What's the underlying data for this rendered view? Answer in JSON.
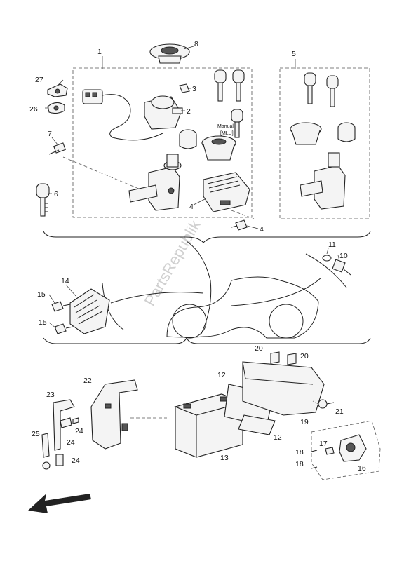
{
  "watermark": "PartsRepublik",
  "callouts": {
    "c1": "1",
    "c2": "2",
    "c3": "3",
    "c4a": "4",
    "c4b": "4",
    "c5": "5",
    "c6": "6",
    "c7": "7",
    "c8": "8",
    "c10": "10",
    "c11": "11",
    "c12a": "12",
    "c12b": "12",
    "c13": "13",
    "c14": "14",
    "c15a": "15",
    "c15b": "15",
    "c16": "16",
    "c17": "17",
    "c18a": "18",
    "c18b": "18",
    "c19": "19",
    "c20a": "20",
    "c20b": "20",
    "c21": "21",
    "c22": "22",
    "c23": "23",
    "c24a": "24",
    "c24b": "24",
    "c24c": "24",
    "c25": "25",
    "c26": "26",
    "c27": "27"
  },
  "key_tag": {
    "line1": "Manual",
    "line2": "[MLU]"
  },
  "icons": [
    "direction-arrow-icon",
    "key-icon"
  ],
  "colors": {
    "ink": "#222222",
    "background": "#ffffff",
    "watermark": "#d0d0d0"
  }
}
